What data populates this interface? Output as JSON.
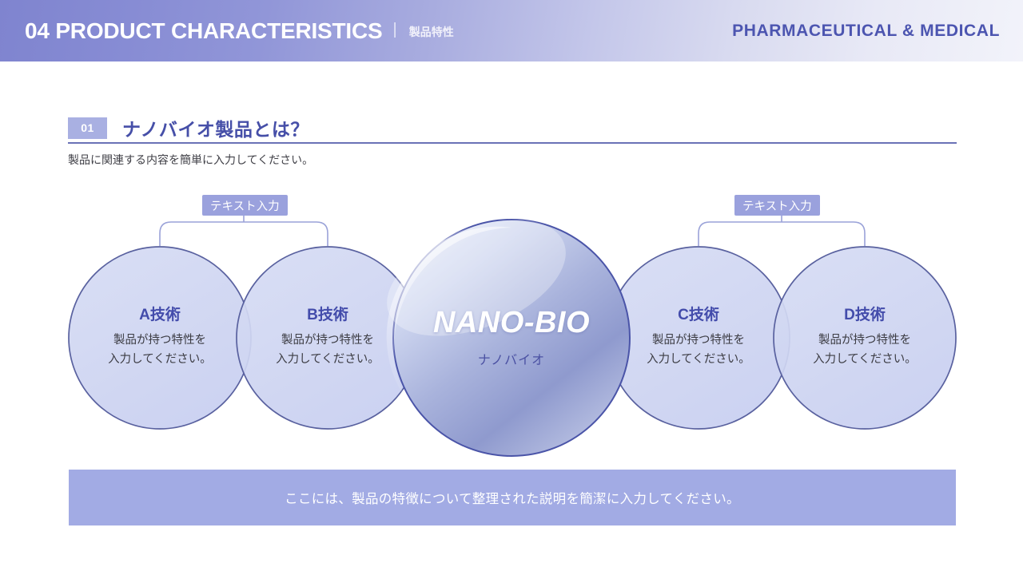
{
  "header": {
    "number_title": "04 PRODUCT CHARACTERISTICS",
    "divider": "|",
    "subtitle": "製品特性",
    "right_label": "PHARMACEUTICAL & MEDICAL",
    "gradient_start": "#7f84cf",
    "gradient_end": "#f2f3fa",
    "right_label_color": "#4c55b0"
  },
  "section": {
    "badge": "01",
    "title": "ナノバイオ製品とは？",
    "description": "製品に関連する内容を簡単に入力してください。",
    "badge_color": "#a9b0e2",
    "title_color": "#464fa8",
    "rule_color": "#6a72b6"
  },
  "diagram": {
    "tags": [
      {
        "label": "テキスト入力"
      },
      {
        "label": "テキスト入力"
      }
    ],
    "center": {
      "title": "NANO-BIO",
      "subtitle": "ナノバイオ",
      "fill_light": "#cfd6ef",
      "fill_dark": "#8d98c8",
      "stroke": "#4a54a8"
    },
    "nodes": [
      {
        "title": "A技術",
        "desc_line1": "製品が持つ特性を",
        "desc_line2": "入力してください。"
      },
      {
        "title": "B技術",
        "desc_line1": "製品が持つ特性を",
        "desc_line2": "入力してください。"
      },
      {
        "title": "C技術",
        "desc_line1": "製品が持つ特性を",
        "desc_line2": "入力してください。"
      },
      {
        "title": "D技術",
        "desc_line1": "製品が持つ特性を",
        "desc_line2": "入力してください。"
      }
    ],
    "node_fill": "#ced4f0",
    "node_stroke": "#59619f",
    "tag_color": "#9aa1dd"
  },
  "bottom_banner": {
    "text": "ここには、製品の特徴について整理された説明を簡潔に入力してください。",
    "background": "#a2abe4",
    "text_color": "#ffffff"
  }
}
